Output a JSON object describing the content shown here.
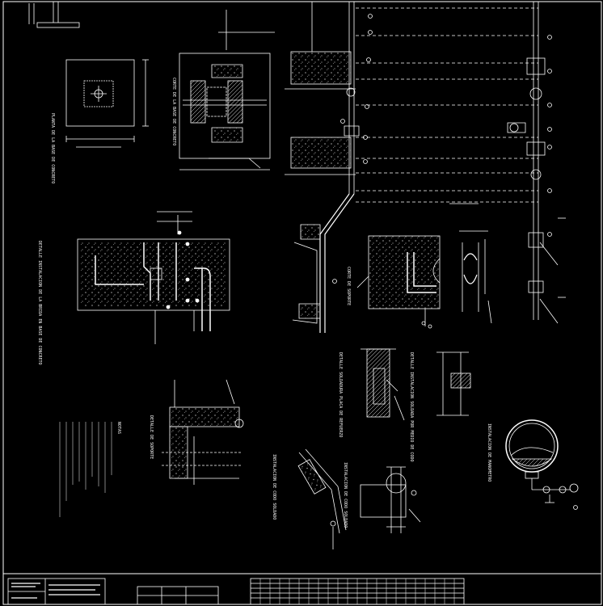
{
  "drawing": {
    "background": "#000000",
    "line_color": "#ffffff",
    "accent_color": "#ffffff",
    "detail_titles": [
      "PLANTA DE LA BASE DE CONCRETO",
      "CORTE DE LA BASE DE CONCRETO",
      "DETALLE INSTALACION DE LA BRIDA EN BASE DE CONCRETO",
      "CORTE DE SOPORTE",
      "DETALLE SOLDADURA PLACA DE REFUERZO",
      "DETALLE INSTALACION SOLDADA POR MEDIO DE CODO",
      "INSTALACION DE CODO SOLDADO",
      "DETALLE DE SOPORTE",
      "INSTALACION DE MANOMETRO",
      "NOTAS"
    ],
    "title_block": {
      "left_label": "",
      "table_rows": 5
    }
  }
}
